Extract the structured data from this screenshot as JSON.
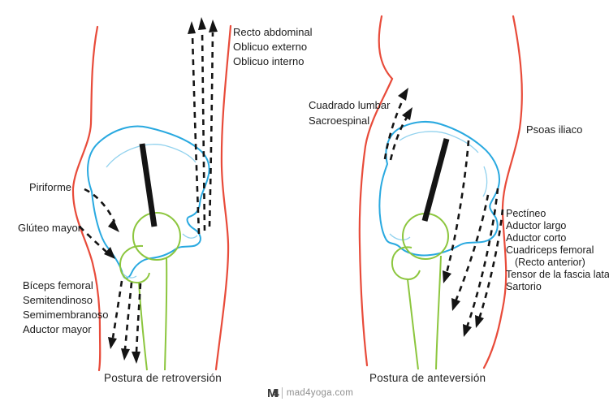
{
  "colors": {
    "body": "#e84b3a",
    "pelvis": "#29a9e0",
    "pelvis_light": "#92d2ee",
    "femur": "#8cc63e",
    "ink": "#141414",
    "watermark_gray": "#8f8f8f"
  },
  "left_figure": {
    "caption": "Postura de retroversión",
    "abdominal_lines": [
      "Recto abdominal",
      "Oblicuo externo",
      "Oblicuo interno"
    ],
    "piriforme": "Piriforme",
    "gluteo": "Glúteo mayor",
    "hamstring_lines": [
      "Bíceps femoral",
      "Semitendinoso",
      "Semimembranoso",
      "Aductor mayor"
    ]
  },
  "right_figure": {
    "caption": "Postura de anteversión",
    "lumbar_lines": [
      "Cuadrado lumbar",
      "Sacroespinal"
    ],
    "psoas": "Psoas iliaco",
    "flexor_lines": [
      "Pectíneo",
      "Aductor largo",
      "Aductor corto",
      "Cuadriceps femoral",
      "(Recto anterior)",
      "Tensor de la fascia lata",
      "Sartorio"
    ]
  },
  "watermark": {
    "logo_m": "M",
    "logo_digit": "4",
    "text": "mad4yoga.com"
  }
}
